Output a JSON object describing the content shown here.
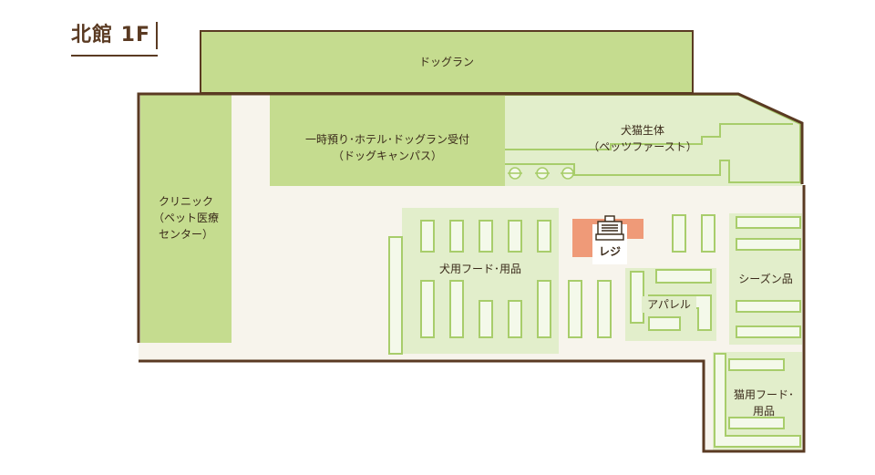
{
  "title": "北館 1F",
  "areas": {
    "dogrun": "ドッグラン",
    "reception_line1": "一時預り･ホテル･ドッグラン受付",
    "reception_line2": "（ドッグキャンパス）",
    "petlife_line1": "犬猫生体",
    "petlife_line2": "（ペッツファースト）",
    "clinic_line1": "クリニック",
    "clinic_line2": "（ペット医療",
    "clinic_line3": "センター）",
    "register": "レジ",
    "dogfood": "犬用フード･用品",
    "apparel": "アパレル",
    "seasonal": "シーズン品",
    "catfood_line1": "猫用フード･",
    "catfood_line2": "用品"
  },
  "colors": {
    "wall": "#5a3a22",
    "room_dark": "#c5dc8f",
    "room_light": "#e2eecb",
    "shelf": "#f4f9ea",
    "shelf_line": "#a8cd6b",
    "floor": "#f7f4ec",
    "register": "#ef9a78"
  },
  "icons": [
    "cash-register-icon",
    "table-icon"
  ]
}
